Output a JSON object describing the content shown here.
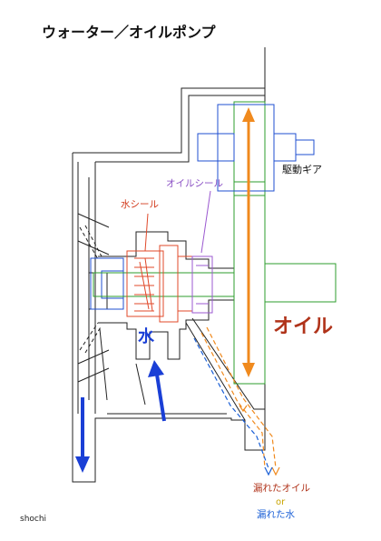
{
  "title": "ウォーター／オイルポンプ",
  "labels": {
    "drive_gear": "駆動ギア",
    "oil_seal": "オイルシール",
    "water_seal": "水シール",
    "water": "水",
    "oil": "オイル",
    "leaked_oil": "漏れたオイル",
    "or": "or",
    "leaked_water": "漏れた水",
    "author": "shochi"
  },
  "colors": {
    "outline": "#222222",
    "gear": "#1f4fd1",
    "shaft": "#2e9e2e",
    "oil_seal": "#9b59d0",
    "water_seal": "#e0492a",
    "water_arrow": "#1a3fd6",
    "oil_arrow": "#f08a1e",
    "oil_text": "#b0331a",
    "leak_water_text": "#1a5fd6",
    "or_text": "#c9a400"
  },
  "icons": {
    "water_flow": "arrow-icon",
    "oil_flow": "double-arrow-icon",
    "leak_flow": "dashed-arrow-icon"
  }
}
